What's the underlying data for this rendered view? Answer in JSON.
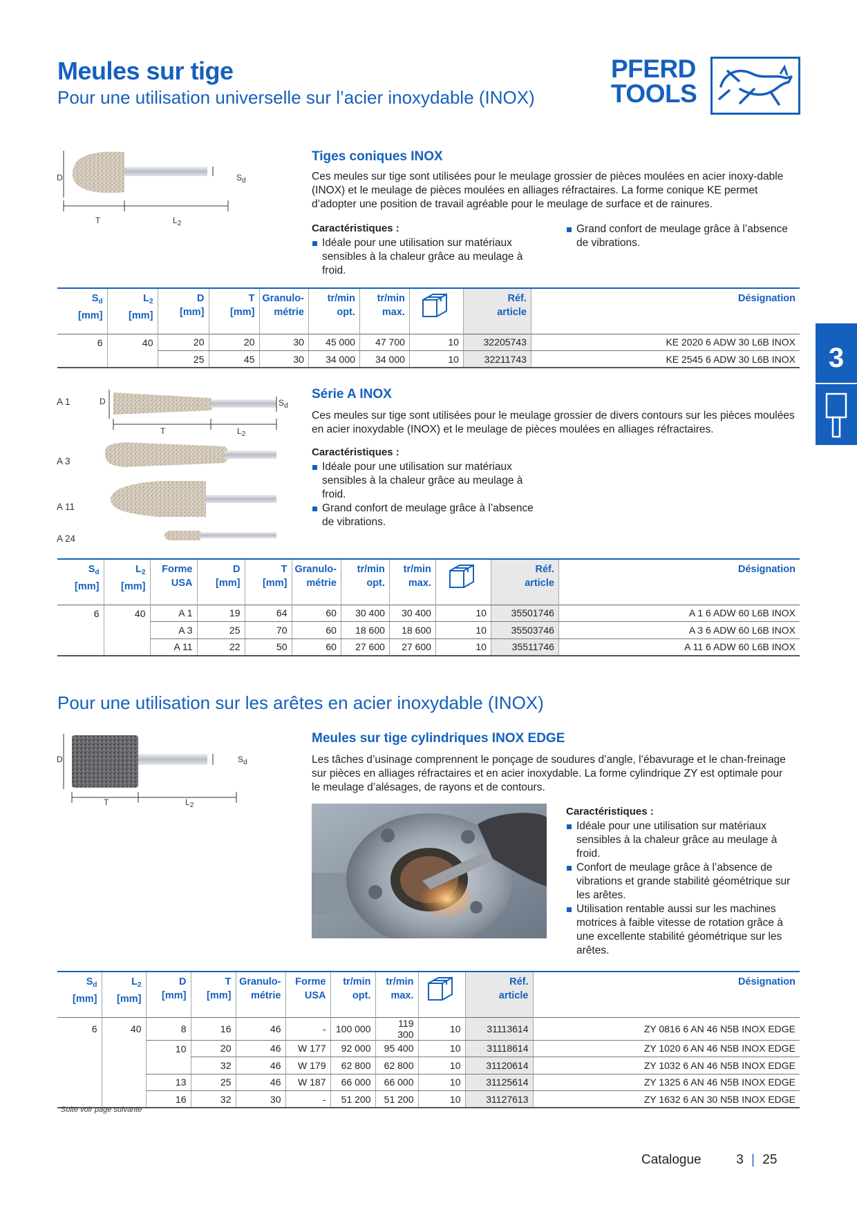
{
  "header": {
    "title": "Meules sur tige",
    "subtitle": "Pour une utilisation universelle sur l’acier inoxydable (INOX)",
    "logo_line1": "PFERD",
    "logo_line2": "TOOLS"
  },
  "side_tab": {
    "chapter": "3"
  },
  "dims": {
    "D": "D",
    "T": "T",
    "L": "L",
    "Lsub": "2",
    "S": "S",
    "Ssub": "d"
  },
  "sec1": {
    "heading": "Tiges coniques INOX",
    "text": "Ces meules sur tige sont utilisées pour le meulage grossier de pièces moulées en acier inoxy-dable (INOX) et le meulage de pièces moulées en alliages réfractaires. La forme conique KE permet d’adopter une position de travail agréable pour le meulage de surface et de rainures.",
    "features_heading": "Caractéristiques :",
    "features": [
      "Idéale pour une utilisation sur matériaux sensibles à la chaleur grâce au meulage à froid.",
      "Grand confort de meulage grâce à l’absence de vibrations."
    ]
  },
  "table1": {
    "headers": [
      "[mm]",
      "[mm]",
      "D",
      "[mm]",
      "T",
      "[mm]",
      "Granulo-",
      "métrie",
      "tr/min",
      "opt.",
      "tr/min",
      "max.",
      "Réf.",
      "article",
      "Désignation"
    ],
    "rows": [
      [
        "6",
        "40",
        "20",
        "20",
        "30",
        "45 000",
        "47 700",
        "10",
        "32205743",
        "KE 2020 6 ADW 30 L6B INOX"
      ],
      [
        "",
        "",
        "25",
        "45",
        "30",
        "34 000",
        "34 000",
        "10",
        "32211743",
        "KE 2545 6 ADW 30 L6B INOX"
      ]
    ]
  },
  "sec2": {
    "heading": "Série A INOX",
    "text": "Ces meules sur tige sont utilisées pour le meulage grossier de divers contours sur les pièces moulées en acier inoxydable (INOX) et le meulage de pièces moulées en alliages réfractaires.",
    "features_heading": "Caractéristiques :",
    "features": [
      "Idéale pour une utilisation sur matériaux sensibles à la chaleur grâce au meulage à froid.",
      "Grand confort de meulage grâce à l’absence de vibrations."
    ],
    "shape_labels": [
      "A 1",
      "A 3",
      "A 11",
      "A 24"
    ]
  },
  "table2": {
    "headers": [
      "[mm]",
      "[mm]",
      "Forme",
      "USA",
      "D",
      "[mm]",
      "T",
      "[mm]",
      "Granulo-",
      "métrie",
      "tr/min",
      "opt.",
      "tr/min",
      "max.",
      "Réf.",
      "article",
      "Désignation"
    ],
    "rows": [
      [
        "6",
        "40",
        "A 1",
        "19",
        "64",
        "60",
        "30 400",
        "30 400",
        "10",
        "35501746",
        "A 1 6 ADW 60 L6B INOX"
      ],
      [
        "",
        "",
        "A 3",
        "25",
        "70",
        "60",
        "18 600",
        "18 600",
        "10",
        "35503746",
        "A 3 6 ADW 60 L6B INOX"
      ],
      [
        "",
        "",
        "A 11",
        "22",
        "50",
        "60",
        "27 600",
        "27 600",
        "10",
        "35511746",
        "A 11 6 ADW 60 L6B INOX"
      ]
    ]
  },
  "subtitle2": "Pour une utilisation sur les arêtes en acier inoxydable (INOX)",
  "sec3": {
    "heading": "Meules sur tige cylindriques INOX EDGE",
    "text": "Les tâches d’usinage comprennent le ponçage de soudures d’angle, l’ébavurage et le chan-freinage sur pièces en alliages réfractaires et en acier inoxydable. La forme cylindrique ZY est optimale pour le meulage d’alésages, de rayons et de contours.",
    "features_heading": "Caractéristiques :",
    "features": [
      "Idéale pour une utilisation sur matériaux sensibles à la chaleur grâce au meulage à froid.",
      "Confort de meulage grâce à l’absence de vibrations et grande stabilité géométrique sur les arêtes.",
      "Utilisation rentable aussi sur les machines motrices à faible vitesse de rotation grâce à une excellente stabilité géométrique sur les arêtes."
    ]
  },
  "table3": {
    "headers": [
      "[mm]",
      "[mm]",
      "D",
      "[mm]",
      "T",
      "[mm]",
      "Granulo-",
      "métrie",
      "Forme",
      "USA",
      "tr/min",
      "opt.",
      "tr/min",
      "max.",
      "Réf.",
      "article",
      "Désignation"
    ],
    "rows": [
      [
        "6",
        "40",
        "8",
        "16",
        "46",
        "-",
        "100 000",
        "119 300",
        "10",
        "31113614",
        "ZY 0816 6 AN 46 N5B INOX EDGE"
      ],
      [
        "",
        "",
        "10",
        "20",
        "46",
        "W 177",
        "92 000",
        "95 400",
        "10",
        "31118614",
        "ZY 1020 6 AN 46 N5B INOX EDGE"
      ],
      [
        "",
        "",
        "",
        "32",
        "46",
        "W 179",
        "62 800",
        "62 800",
        "10",
        "31120614",
        "ZY 1032 6 AN 46 N5B INOX EDGE"
      ],
      [
        "",
        "",
        "13",
        "25",
        "46",
        "W 187",
        "66 000",
        "66 000",
        "10",
        "31125614",
        "ZY 1325 6 AN 46 N5B INOX EDGE"
      ],
      [
        "",
        "",
        "16",
        "32",
        "30",
        "-",
        "51 200",
        "51 200",
        "10",
        "31127613",
        "ZY 1632 6 AN 30 N5B INOX EDGE"
      ]
    ]
  },
  "continued": "Suite voir page suivante",
  "footer": {
    "label": "Catalogue",
    "chapter": "3",
    "page": "25"
  }
}
